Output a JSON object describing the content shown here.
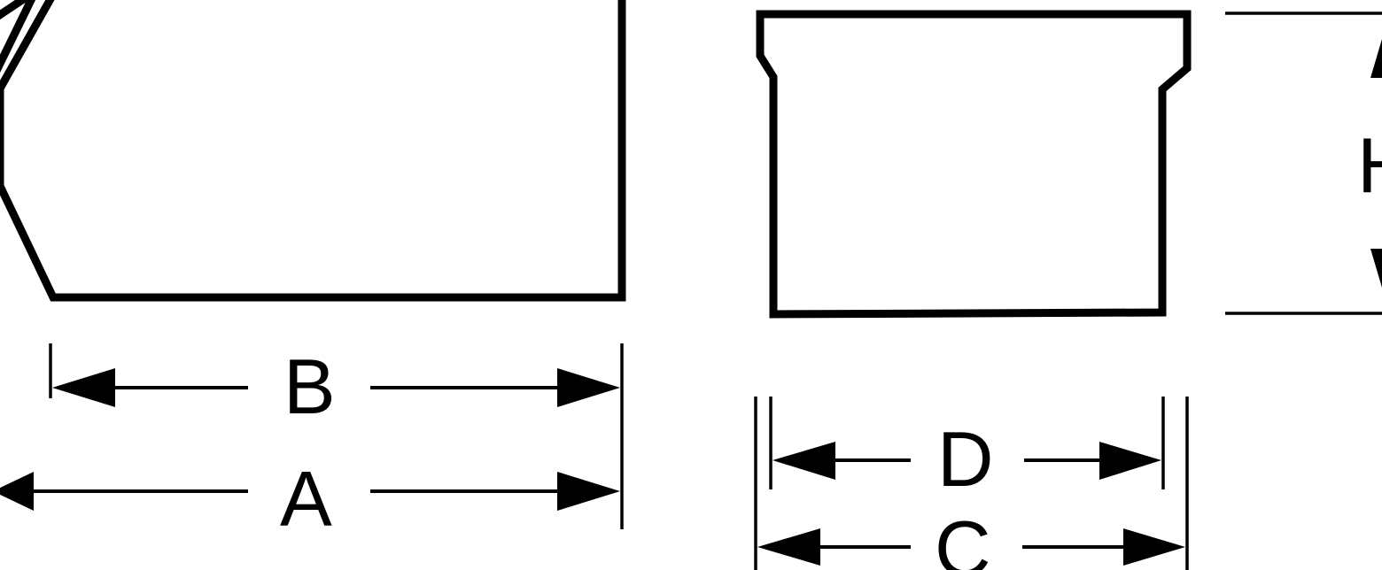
{
  "diagram": {
    "labels": {
      "a": "A",
      "b": "B",
      "c": "C",
      "d": "D",
      "h": "H"
    },
    "colors": {
      "line": "#000000",
      "background": "#ffffff"
    }
  }
}
